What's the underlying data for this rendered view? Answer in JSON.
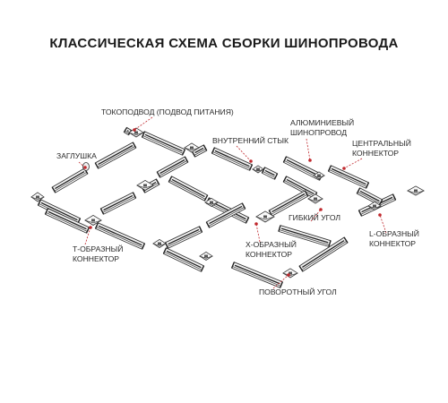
{
  "title": "КЛАССИЧЕСКАЯ СХЕМА СБОРКИ ШИНОПРОВОДА",
  "labels": {
    "power_feed": "ТОКОПОДВОД (ПОДВОД ПИТАНИЯ)",
    "inner_joint": "ВНУТРЕННИЙ СТЫК",
    "aluminum_line1": "АЛЮМИНИЕВЫЙ",
    "aluminum_line2": "ШИНОПРОВОД",
    "central_line1": "ЦЕНТРАЛЬНЫЙ",
    "central_line2": "КОННЕКТОР",
    "end_cap": "ЗАГЛУШКА",
    "flexible_corner": "ГИБКИЙ УГОЛ",
    "l_line1": "L-ОБРАЗНЫЙ",
    "l_line2": "КОННЕКТОР",
    "x_line1": "X-ОБРАЗНЫЙ",
    "x_line2": "КОННЕКТОР",
    "t_line1": "Т-ОБРАЗНЫЙ",
    "t_line2": "КОННЕКТОР",
    "pivot_corner": "ПОВОРОТНЫЙ УГОЛ"
  }
}
